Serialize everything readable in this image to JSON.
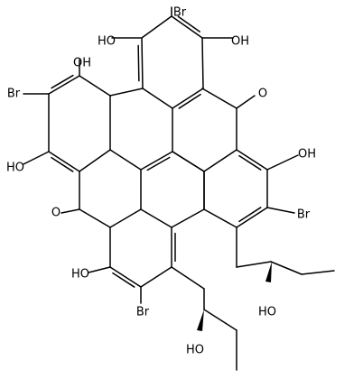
{
  "structure": {
    "labels": {
      "br_top": "Br",
      "oh_top_left": "HO",
      "oh_top_right": "OH",
      "oh_upper_left": "OH",
      "br_left": "Br",
      "oh_left": "HO",
      "carbonyl_right": "O",
      "carbonyl_left": "O",
      "oh_right": "OH",
      "br_right": "Br",
      "oh_lower_left": "HO",
      "br_bottom": "Br",
      "oh_side_chain_right": "HO",
      "oh_side_chain_bottom": "HO"
    }
  }
}
